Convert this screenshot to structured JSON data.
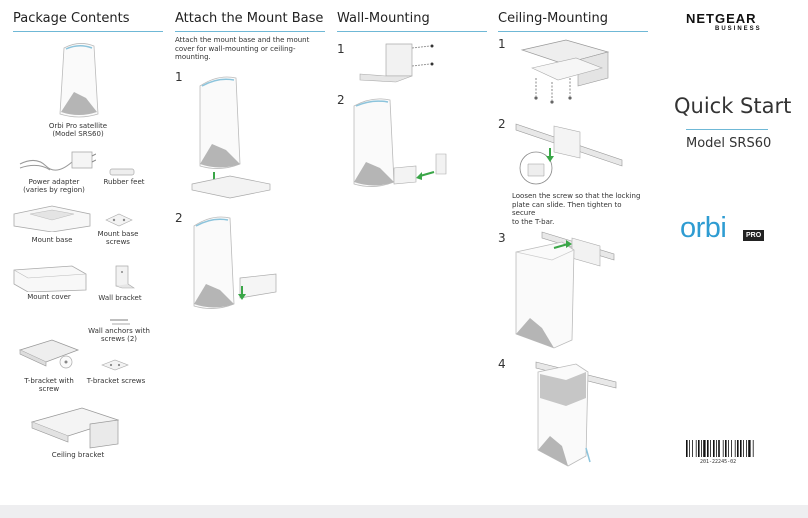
{
  "sections": {
    "contents": "Package Contents",
    "attach": "Attach the Mount Base",
    "wall": "Wall-Mounting",
    "ceiling": "Ceiling-Mounting"
  },
  "package": {
    "satellite_line1": "Orbi Pro satellite",
    "satellite_line2": "(Model SRS60)",
    "adapter_line1": "Power adapter",
    "adapter_line2": "(varies by region)",
    "rubber_feet": "Rubber feet",
    "mount_base": "Mount base",
    "mount_base_screws_line1": "Mount base",
    "mount_base_screws_line2": "screws",
    "mount_cover": "Mount cover",
    "wall_bracket": "Wall bracket",
    "wall_anchors_line1": "Wall anchors with",
    "wall_anchors_line2": "screws (2)",
    "tbracket_line1": "T-bracket with",
    "tbracket_line2": "screw",
    "tbracket_screws": "T-bracket screws",
    "ceiling_bracket": "Ceiling bracket"
  },
  "attach": {
    "desc_line1": "Attach the mount base and the mount",
    "desc_line2": "cover for wall-mounting or ceiling-",
    "desc_line3": "mounting.",
    "step1": "1",
    "step2": "2"
  },
  "wall": {
    "step1": "1",
    "step2": "2"
  },
  "ceiling": {
    "step1": "1",
    "step2": "2",
    "step3": "3",
    "step4": "4",
    "note_line1": "Loosen the screw so that the locking",
    "note_line2": "plate can slide. Then tighten to secure",
    "note_line3": "to the T-bar."
  },
  "cover": {
    "brand": "NETGEAR",
    "brand_sub": "BUSINESS",
    "title": "Quick Start",
    "model": "Model SRS60",
    "logo": "orbi",
    "logo_badge": "PRO",
    "barcode_number": "201-22245-02"
  },
  "colors": {
    "accent": "#6fb8d6",
    "logo_blue": "#2e9cd2"
  }
}
